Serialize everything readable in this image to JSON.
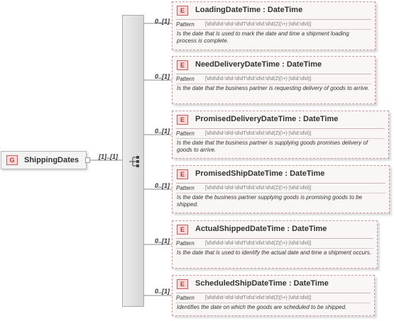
{
  "group": {
    "badge": "G",
    "name": "ShippingDates",
    "cardinality": "[1]..[1]"
  },
  "pattern_label": "Pattern",
  "elements": [
    {
      "badge": "E",
      "name": "LoadingDateTime",
      "type": ": DateTime",
      "cardinality": "0..[1]",
      "pattern": "[\\d\\d\\d\\d-\\d\\d-\\d\\dT\\d\\d:\\d\\d:\\d\\d(Z|(\\+|-)\\d\\d:\\d\\d)]",
      "description": "Is the date that is used to mark the date and time a shipment loading process is complete."
    },
    {
      "badge": "E",
      "name": "NeedDeliveryDateTime",
      "type": ": DateTime",
      "cardinality": "0..[1]",
      "pattern": "[\\d\\d\\d\\d-\\d\\d-\\d\\dT\\d\\d:\\d\\d:\\d\\d(Z|(\\+|-)\\d\\d:\\d\\d)]",
      "description": "Is the date that the business partner is requesting delivery of goods to arrive."
    },
    {
      "badge": "E",
      "name": "PromisedDeliveryDateTime",
      "type": ": DateTime",
      "cardinality": "0..[1]",
      "pattern": "[\\d\\d\\d\\d-\\d\\d-\\d\\dT\\d\\d:\\d\\d:\\d\\d(Z|(\\+|-)\\d\\d:\\d\\d)]",
      "description": "Is the date that the business partner is supplying goods promises delivery of goods to arrive."
    },
    {
      "badge": "E",
      "name": "PromisedShipDateTime",
      "type": ": DateTime",
      "cardinality": "0..[1]",
      "pattern": "[\\d\\d\\d\\d-\\d\\d-\\d\\dT\\d\\d:\\d\\d:\\d\\d(Z|(\\+|-)\\d\\d:\\d\\d)]",
      "description": "Is the date the business partner supplying goods is promising goods to be shipped."
    },
    {
      "badge": "E",
      "name": "ActualShippedDateTime",
      "type": ": DateTime",
      "cardinality": "0..[1]",
      "pattern": "[\\d\\d\\d\\d-\\d\\d-\\d\\dT\\d\\d:\\d\\d:\\d\\d(Z|(\\+|-)\\d\\d:\\d\\d)]",
      "description": "Is the date that is used to identify the actual date and time a shipment occurs."
    },
    {
      "badge": "E",
      "name": "ScheduledShipDateTime",
      "type": ": DateTime",
      "cardinality": "0..[1]",
      "pattern": "[\\d\\d\\d\\d-\\d\\d-\\d\\dT\\d\\d:\\d\\d:\\d\\d(Z|(\\+|-)\\d\\d:\\d\\d)]",
      "description": "Identifies the date on which the goods are scheduled to be shipped."
    }
  ]
}
